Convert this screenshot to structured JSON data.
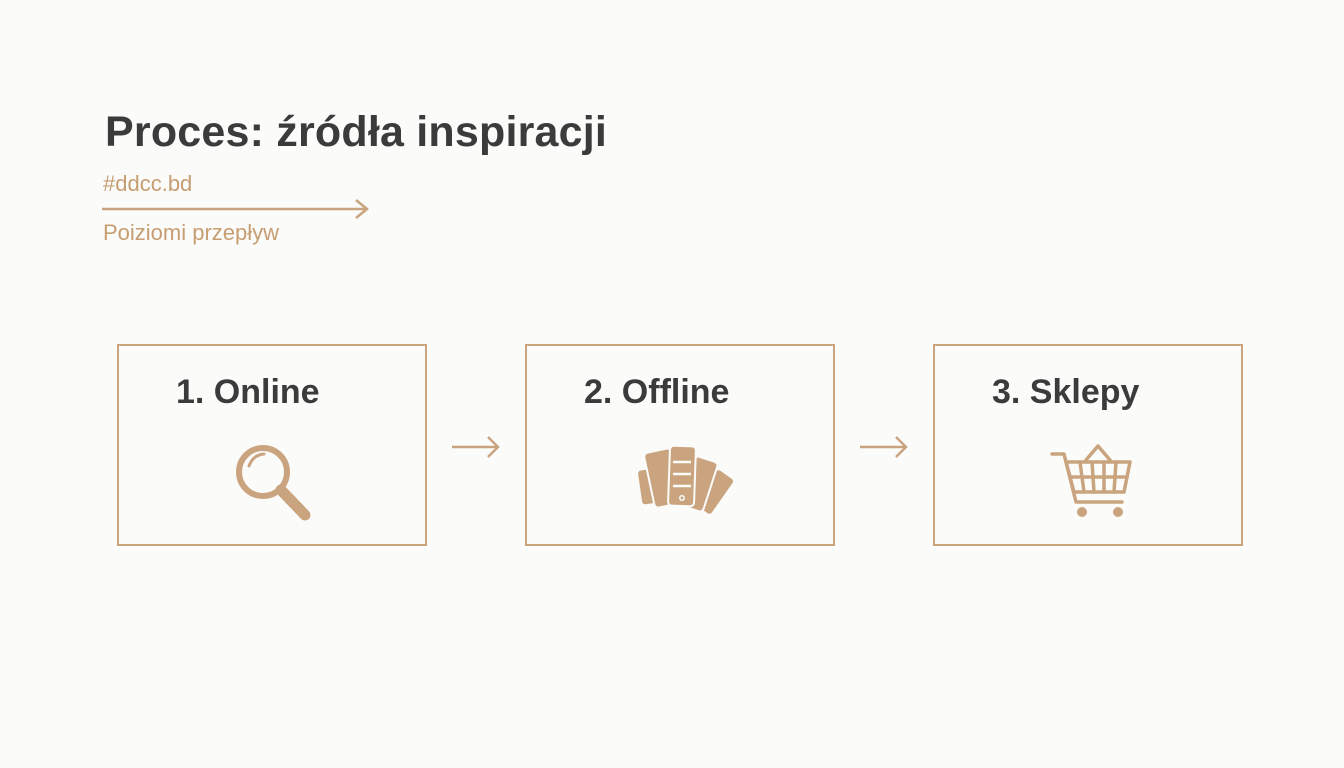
{
  "title": "Proces: źródła inspiracji",
  "legend": {
    "color_code": "#ddcc.bd",
    "label": "Poiziomi przepływ"
  },
  "steps": [
    {
      "label": "1. Online",
      "icon": "magnifying-glass-icon"
    },
    {
      "label": "2. Offline",
      "icon": "color-swatches-icon"
    },
    {
      "label": "3. Sklepy",
      "icon": "shopping-cart-icon"
    }
  ],
  "colors": {
    "accent": "#c9a47f",
    "text": "#3b3b3b",
    "background": "#fbfbfa"
  }
}
